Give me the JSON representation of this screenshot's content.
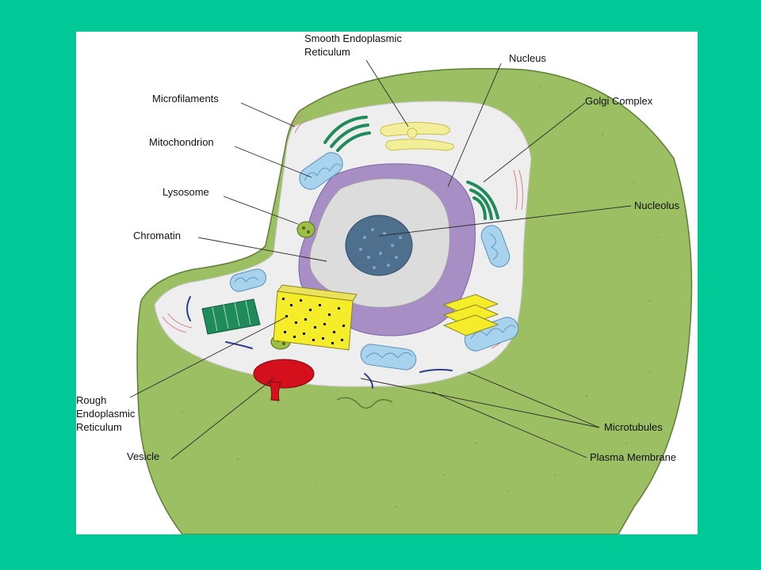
{
  "colors": {
    "background": "#00c896",
    "panel": "#ffffff",
    "membrane": "#9cbf63",
    "membrane_edge": "#5f7e36",
    "cytoplasm": "#eeeeee",
    "nuclear_envelope": "#a78fc6",
    "nucleoplasm": "#dcdcdc",
    "nucleolus": "#4f6f8f",
    "golgi": "#1f8a5a",
    "smooth_er": "#f3ee9a",
    "mitochondrion": "#a8d3ee",
    "rough_er": "#f5ec2a",
    "vesicle": "#d4101d",
    "microtubule": "#2c3f8f"
  },
  "labels": {
    "smooth_er": "Smooth Endoplasmic Reticulum",
    "nucleus": "Nucleus",
    "microfilaments": "Microfilaments",
    "golgi": "Golgi Complex",
    "mitochondrion": "Mitochondrion",
    "lysosome": "Lysosome",
    "nucleolus": "Nucleolus",
    "chromatin": "Chromatin",
    "rough_er": "Rough Endoplasmic Reticulum",
    "vesicle": "Vesicle",
    "microtubules": "Microtubules",
    "plasma_membrane": "Plasma Membrane"
  },
  "label_lines": {
    "smooth_er": [
      "Smooth Endoplasmic",
      "Reticulum"
    ],
    "rough_er": [
      "Rough",
      "Endoplasmic",
      "Reticulum"
    ]
  },
  "icons": [
    "cell-diagram"
  ]
}
